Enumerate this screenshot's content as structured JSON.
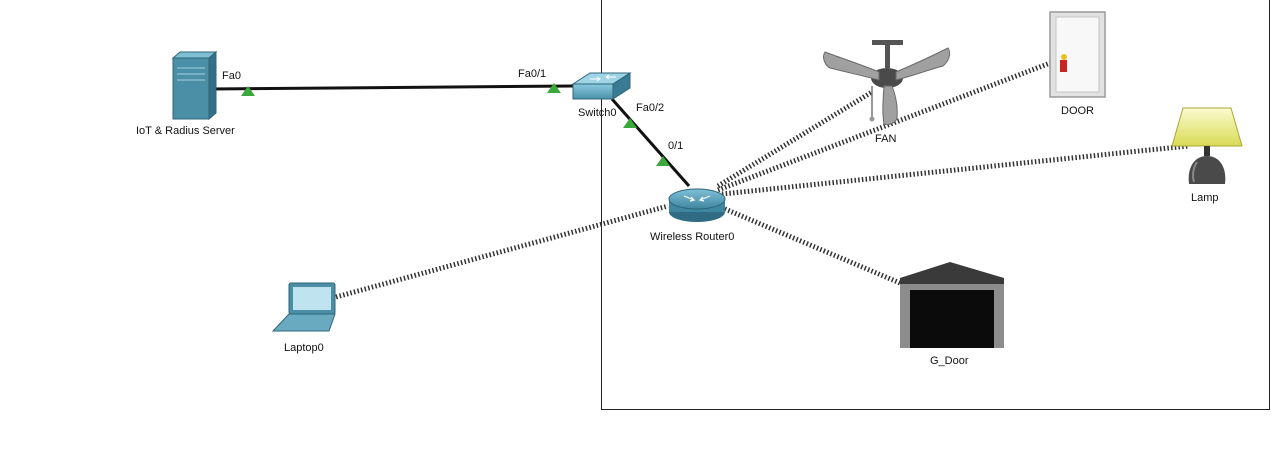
{
  "devices": {
    "server": {
      "label": "IoT & Radius Server",
      "icon": "server-tower-icon"
    },
    "switch": {
      "label": "Switch0",
      "icon": "switch-icon"
    },
    "router": {
      "label": "Wireless Router0",
      "icon": "wireless-router-icon"
    },
    "laptop": {
      "label": "Laptop0",
      "icon": "laptop-icon"
    },
    "fan": {
      "label": "FAN",
      "icon": "ceiling-fan-icon"
    },
    "door": {
      "label": "DOOR",
      "icon": "door-icon"
    },
    "lamp": {
      "label": "Lamp",
      "icon": "lamp-icon"
    },
    "gdoor": {
      "label": "G_Door",
      "icon": "garage-door-icon"
    }
  },
  "links": {
    "server_switch": {
      "from_port": "Fa0",
      "to_port": "Fa0/1",
      "type": "copper-straight"
    },
    "switch_router": {
      "from_port": "Fa0/2",
      "to_port": "0/1",
      "type": "copper-straight"
    },
    "wireless": [
      "laptop",
      "fan",
      "door",
      "lamp",
      "gdoor"
    ]
  },
  "colors": {
    "link_up": "#3aa83a",
    "cable": "#111111",
    "wireless_dash": "#333333",
    "device_teal": "#4a8fa6"
  }
}
